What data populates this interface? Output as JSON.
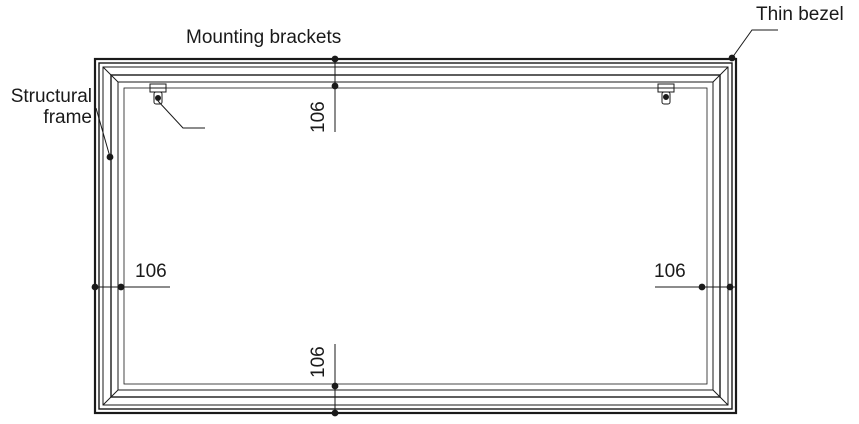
{
  "labels": {
    "thin_bezel": "Thin bezel",
    "mounting_brackets": "Mounting brackets",
    "structural_frame": [
      "Structural",
      "frame"
    ]
  },
  "dimensions": {
    "top": "106",
    "left": "106",
    "right": "106",
    "bottom": "106"
  },
  "colors": {
    "line": "#1a1a1a",
    "background": "#ffffff"
  }
}
